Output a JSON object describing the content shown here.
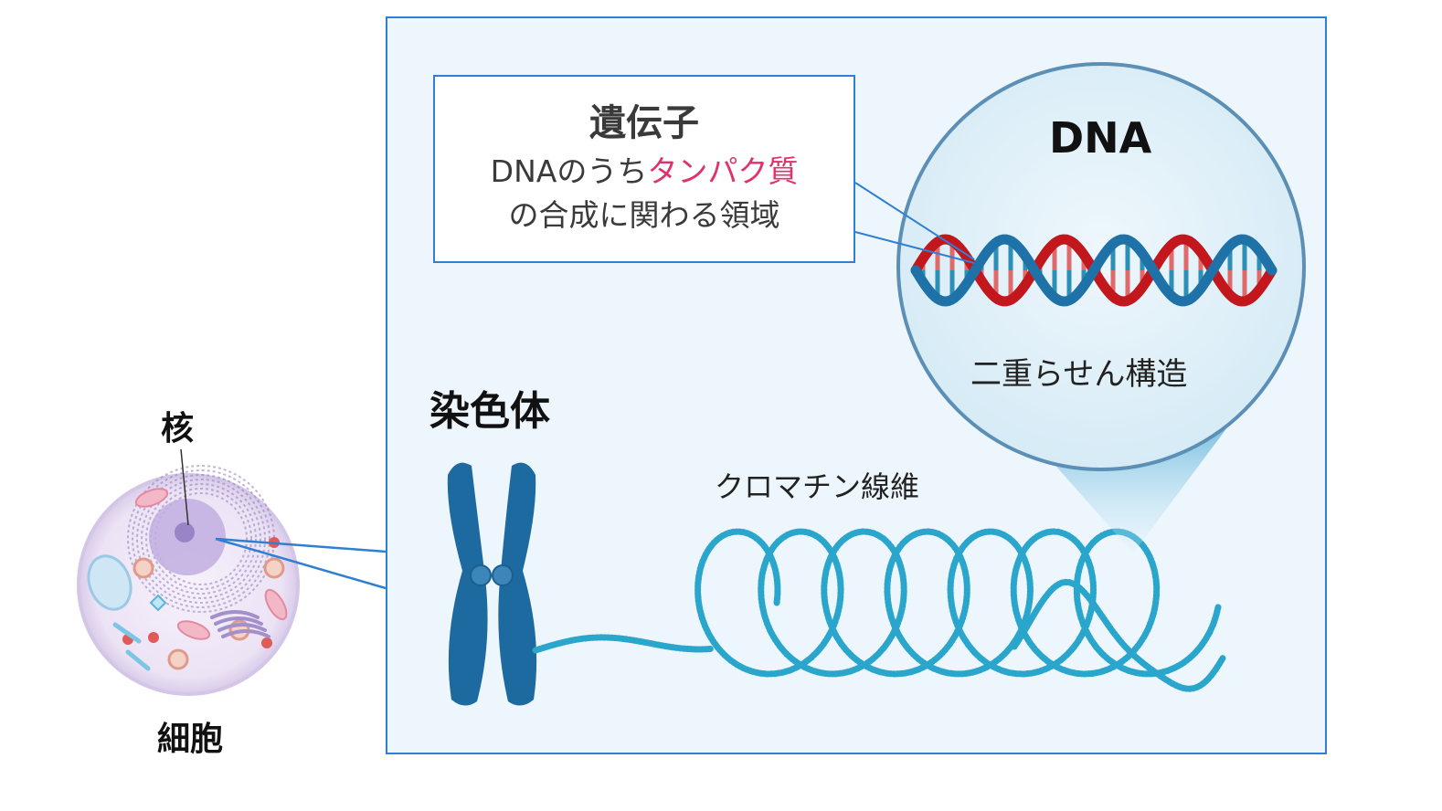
{
  "labels": {
    "nucleus": "核",
    "cell": "細胞",
    "chromosome": "染色体",
    "chromatin": "クロマチン線維",
    "dna": "DNA",
    "double_helix": "二重らせん構造"
  },
  "gene_box": {
    "title": "遺伝子",
    "line1_prefix": "DNAのうち",
    "line1_highlight": "タンパク質",
    "line2": "の合成に関わる領域"
  },
  "colors": {
    "frame": "#2f7fd2",
    "panel_bg": "#eef6fd",
    "highlight": "#e0316d",
    "strand_blue": "#1f72a8",
    "strand_red": "#c1171d",
    "chromosome": "#1c6aa0",
    "chromatin": "#2aa6cc",
    "cell_membrane": "#d4c6e6",
    "nucleus": "#b7a4d6"
  }
}
